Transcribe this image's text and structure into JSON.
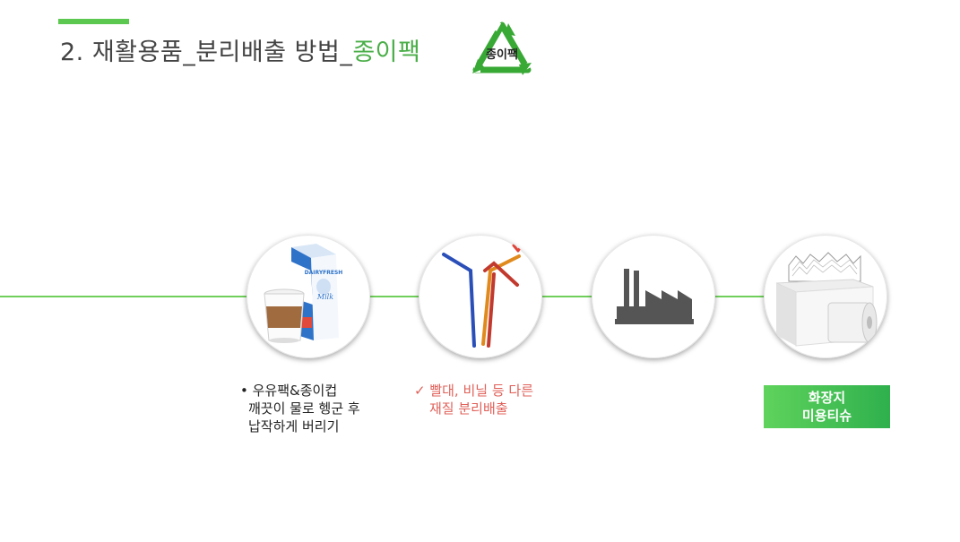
{
  "header": {
    "title_prefix": "2. 재활용품_분리배출 방법_",
    "title_highlight": "종이팩",
    "logo_text": "종이팩"
  },
  "steps": [
    {
      "icon": "milk-carton-and-paper-cup",
      "carton_text": "DAIRYFRESH",
      "carton_subtext": "Milk",
      "desc_lines": [
        "• 우유팩&종이컵",
        "깨끗이 물로 헹군 후",
        "납작하게  버리기"
      ]
    },
    {
      "icon": "straws",
      "desc_lines": [
        "✓ 빨대, 비닐 등 다른",
        "재질 분리배출"
      ]
    },
    {
      "icon": "factory"
    },
    {
      "icon": "tissue-and-toilet-paper",
      "result_lines": [
        "화장지",
        "미용티슈"
      ]
    }
  ],
  "colors": {
    "accent_green": "#4aae48",
    "timeline_green": "#6fcf5a",
    "warning_red": "#e0615a",
    "title_gray": "#444444"
  }
}
